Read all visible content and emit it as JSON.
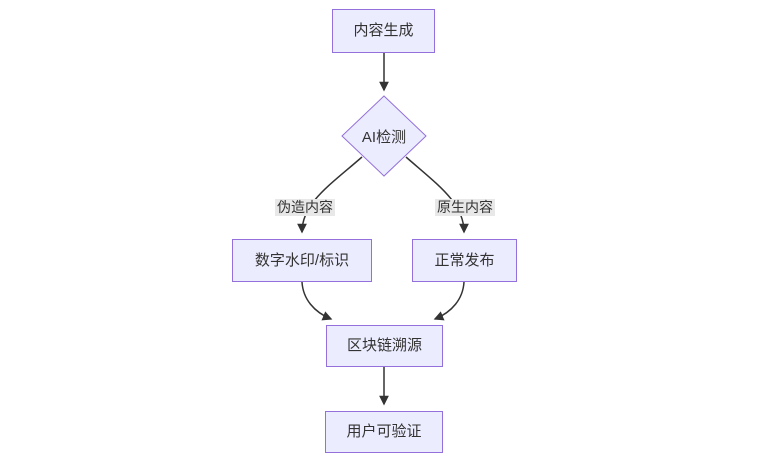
{
  "diagram": {
    "type": "flowchart",
    "direction": "top-down",
    "colors": {
      "background": "#ffffff",
      "node_fill": "#ECECFF",
      "node_border": "#9370DB",
      "edge_stroke": "#333333",
      "edge_label_bg": "#e8e8e8",
      "text": "#333333"
    },
    "nodes": {
      "content_gen": {
        "label": "内容生成",
        "shape": "rect"
      },
      "ai_detect": {
        "label": "AI检测",
        "shape": "diamond"
      },
      "watermark": {
        "label": "数字水印/标识",
        "shape": "rect"
      },
      "publish": {
        "label": "正常发布",
        "shape": "rect"
      },
      "blockchain": {
        "label": "区块链溯源",
        "shape": "rect"
      },
      "verify": {
        "label": "用户可验证",
        "shape": "rect"
      }
    },
    "edge_labels": {
      "fake": "伪造内容",
      "native": "原生内容"
    },
    "edges": [
      {
        "from": "content_gen",
        "to": "ai_detect",
        "label": ""
      },
      {
        "from": "ai_detect",
        "to": "watermark",
        "label": "伪造内容"
      },
      {
        "from": "ai_detect",
        "to": "publish",
        "label": "原生内容"
      },
      {
        "from": "watermark",
        "to": "blockchain",
        "label": ""
      },
      {
        "from": "publish",
        "to": "blockchain",
        "label": ""
      },
      {
        "from": "blockchain",
        "to": "verify",
        "label": ""
      }
    ]
  }
}
